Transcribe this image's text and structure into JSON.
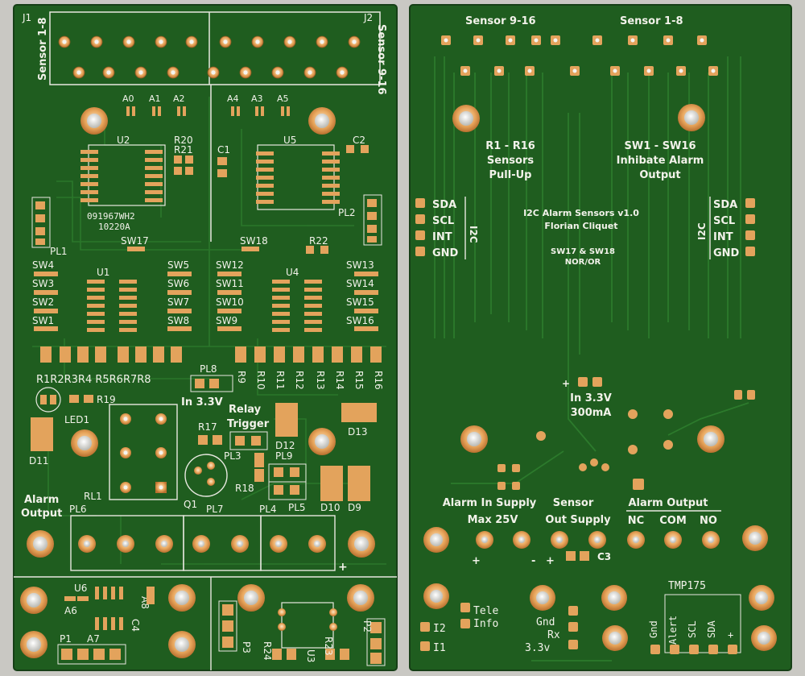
{
  "left_board": {
    "headers": [
      "J1",
      "J2"
    ],
    "sensor_left": "Sensor 1-8",
    "sensor_right": "Sensor 9-16",
    "addr": [
      "A0",
      "A1",
      "A2",
      "A4",
      "A3",
      "A5"
    ],
    "ics": [
      "U2",
      "U5",
      "U1",
      "U4",
      "U6",
      "U3"
    ],
    "chip_text": [
      "091967WH2",
      "10220A"
    ],
    "passives": [
      "R20",
      "R21",
      "C1",
      "C2",
      "R22",
      "R17",
      "R18",
      "R19",
      "C4",
      "R23",
      "R24"
    ],
    "connectors": [
      "PL1",
      "PL2",
      "PL3",
      "PL4",
      "PL5",
      "PL6",
      "PL7",
      "PL8",
      "PL9",
      "P1",
      "P2",
      "P3"
    ],
    "switches_a_left": [
      "SW4",
      "SW3",
      "SW2",
      "SW1"
    ],
    "switches_a_right": [
      "SW5",
      "SW6",
      "SW7",
      "SW8"
    ],
    "switches_b_left": [
      "SW12",
      "SW11",
      "SW10",
      "SW9"
    ],
    "switches_b_right": [
      "SW13",
      "SW14",
      "SW15",
      "SW16"
    ],
    "sw_top": [
      "SW17",
      "SW18"
    ],
    "resistors_left": "R1R2R3R4 R5R6R7R8",
    "resistors_right": [
      "R9",
      "R10",
      "R11",
      "R12",
      "R13",
      "R14",
      "R15",
      "R16"
    ],
    "diodes": [
      "D11",
      "D12",
      "D13",
      "D10",
      "D9"
    ],
    "misc": [
      "LED1",
      "RL1",
      "Q1",
      "A6",
      "A7",
      "A8"
    ],
    "in_supply": "In 3.3V",
    "relay": "Relay",
    "trigger": "Trigger",
    "alarm_output": [
      "Alarm",
      "Output"
    ],
    "plus": "+"
  },
  "right_board": {
    "sensor_left": "Sensor 9-16",
    "sensor_right": "Sensor 1-8",
    "pullup": [
      "R1 - R16",
      "Sensors",
      "Pull-Up"
    ],
    "inhibit": [
      "SW1 - SW16",
      "Inhibate Alarm",
      "Output"
    ],
    "title": [
      "I2C Alarm Sensors v1.0",
      "Florian Cliquet"
    ],
    "logic": [
      "SW17 & SW18",
      "NOR/OR"
    ],
    "pins": [
      "SDA",
      "SCL",
      "INT",
      "GND"
    ],
    "bus": "I2C",
    "supply": [
      "+",
      "In 3.3V",
      "300mA"
    ],
    "alarm_in": [
      "Alarm In Supply",
      "Max 25V"
    ],
    "sensor_out": [
      "Sensor",
      "Out Supply"
    ],
    "alarm_out": "Alarm Output",
    "relay_pins": [
      "NC",
      "COM",
      "NO"
    ],
    "polarity": [
      "+",
      "-",
      "+"
    ],
    "cap": "C3",
    "tmp": "TMP175",
    "tmp_pins": [
      "Gnd",
      "Alert",
      "SCL",
      "SDA",
      "+"
    ],
    "tele": [
      "Tele",
      "Info",
      "I2",
      "I1"
    ],
    "serial": [
      "Gnd",
      "Rx",
      "3.3v"
    ]
  },
  "colors": {
    "board": "#1d5b1d",
    "silk": "#f2f2ea",
    "pad": "#e3a35c",
    "background": "#c9c8c3"
  }
}
